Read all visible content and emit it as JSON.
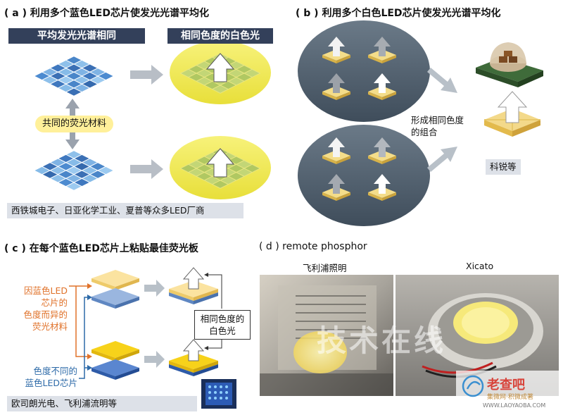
{
  "panel_a": {
    "title": "( a ) 利用多个蓝色LED芯片使发光光谱平均化",
    "banner_left": "平均发光光谱相同",
    "banner_right": "相同色度的白色光",
    "center_label": "共同的荧光材料",
    "bottom_label": "西铁城电子、日亚化学工业、夏普等众多LED厂商"
  },
  "panel_b": {
    "title": "( b ) 利用多个白色LED芯片使发光光谱平均化",
    "middle_label_line1": "形成相同色度",
    "middle_label_line2": "的组合",
    "bottom_label": "科锐等"
  },
  "panel_c": {
    "title": "( c ) 在每个蓝色LED芯片上粘贴最佳荧光板",
    "orange_label_lines": [
      "因蓝色LED",
      "芯片的",
      "色度而异的",
      "荧光材料"
    ],
    "blue_label_lines": [
      "色度不同的",
      "蓝色LED芯片"
    ],
    "boxed_label_lines": [
      "相同色度的",
      "白色光"
    ],
    "bottom_label": "欧司朗光电、飞利浦流明等"
  },
  "panel_d": {
    "title": "( d ) remote phosphor",
    "left_caption": "飞利浦照明",
    "right_caption": "Xicato"
  },
  "watermarks": {
    "center_text": "技术在线",
    "brand": "老查吧",
    "brand_sub": "集微网·积微成著",
    "brand_url": "WWW.LAOYAOBA.COM"
  },
  "colors": {
    "banner": "#33405a",
    "oval": "#f3ec5a",
    "tile_blue": "#3b7fc8",
    "tile_green": "#b9cf6a",
    "arrow_grey": "#9aa2ad",
    "panel_b_bg": "#4e5d6c",
    "orange": "#e0722a",
    "chip_yellow": "#f3c531",
    "chip_blue": "#5f87c2"
  }
}
